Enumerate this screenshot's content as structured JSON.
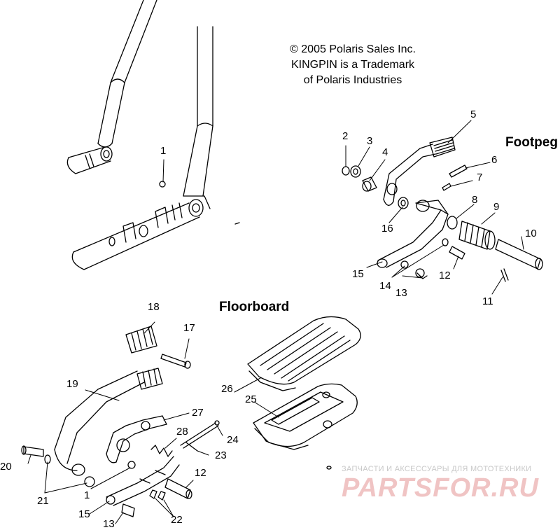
{
  "copyright": {
    "line1": "© 2005 Polaris Sales Inc.",
    "line2": "KINGPIN is a Trademark",
    "line3": "of Polaris Industries"
  },
  "sections": {
    "footpeg": "Footpeg",
    "floorboard": "Floorboard"
  },
  "callouts": {
    "c1_frame": "1",
    "c2": "2",
    "c3": "3",
    "c4": "4",
    "c5": "5",
    "c6": "6",
    "c7": "7",
    "c8": "8",
    "c9": "9",
    "c10": "10",
    "c11": "11",
    "c12_footpeg": "12",
    "c13_footpeg": "13",
    "c14": "14",
    "c15_footpeg": "15",
    "c16": "16",
    "c17": "17",
    "c18": "18",
    "c19": "19",
    "c20": "20",
    "c21": "21",
    "c1_floor": "1",
    "c15_floor": "15",
    "c13_floor": "13",
    "c22": "22",
    "c12_floor": "12",
    "c23": "23",
    "c24": "24",
    "c25": "25",
    "c26": "26",
    "c27": "27",
    "c28": "28"
  },
  "watermark": {
    "small": "ЗАПЧАСТИ И АКСЕССУАРЫ ДЛЯ МОТОТЕХНИКИ",
    "big": "PARTSFOR.RU"
  }
}
